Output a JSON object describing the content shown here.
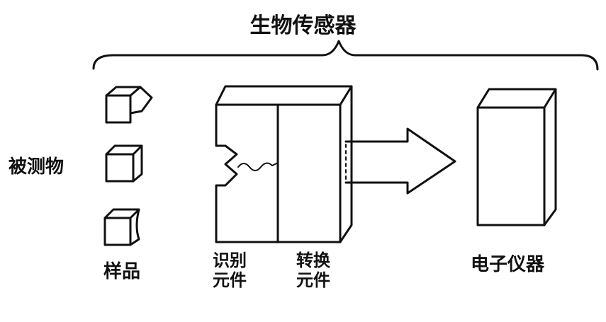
{
  "title": "生物传感器",
  "labels": {
    "analyte": "被测物",
    "sample": "样品",
    "recognition_line1": "识别",
    "recognition_line2": "元件",
    "transducer_line1": "转换",
    "transducer_line2": "元件",
    "instrument": "电子仪器"
  },
  "icons": [
    "brace-icon",
    "cube-icon",
    "arrow-icon",
    "box-icon"
  ]
}
